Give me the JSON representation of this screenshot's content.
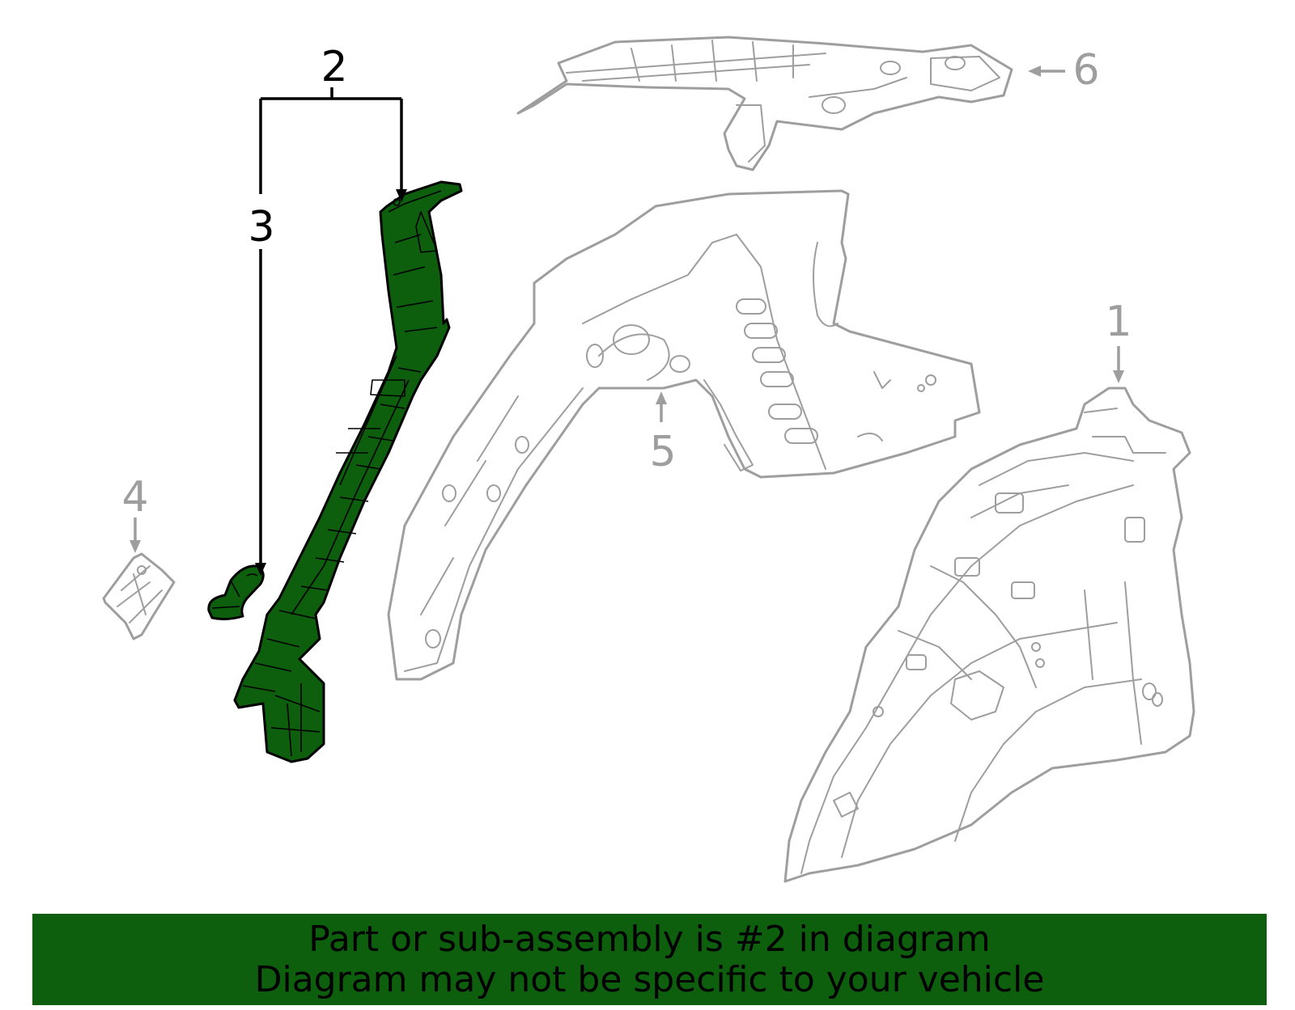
{
  "callouts": {
    "c1": "1",
    "c2": "2",
    "c3": "3",
    "c4": "4",
    "c5": "5",
    "c6": "6"
  },
  "banner": {
    "line1": "Part or sub-assembly is #2 in diagram",
    "line2": "Diagram may not be specific to your vehicle"
  },
  "colors": {
    "highlight": "#0d5e0d",
    "outline_gray": "#9e9e9e",
    "text": "#000000"
  }
}
